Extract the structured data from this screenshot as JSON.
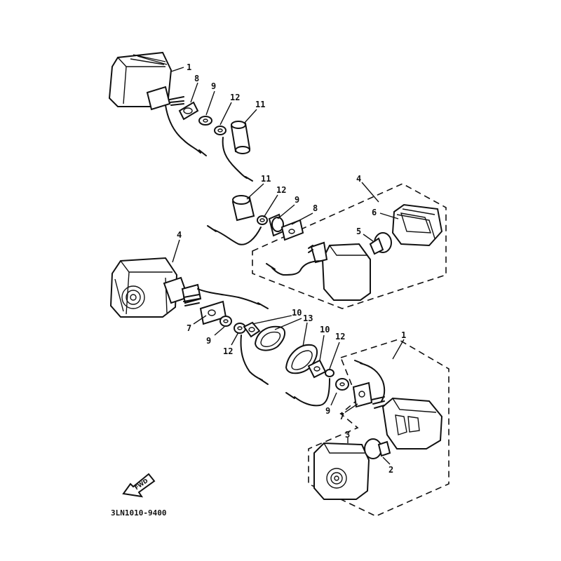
{
  "diagram_code": "3LN1010-9400",
  "fwd_label": "FWD",
  "labels": {
    "front_right": {
      "flasher": "1",
      "bracket": "8",
      "washer": "9",
      "spacer": "12",
      "collar": "11"
    },
    "front_left": {
      "collar": "11",
      "spacer": "12",
      "washer": "9",
      "bracket": "8",
      "flasher_assy": "4",
      "bulb": "5",
      "lens": "6"
    },
    "rear_left": {
      "flasher_assy": "4",
      "bracket": "7",
      "washer": "9",
      "spacer": "12",
      "nut": "10",
      "grommet": "13"
    },
    "rear_right": {
      "nut": "10",
      "spacer": "12",
      "washer": "9",
      "bracket": "7",
      "flasher_assy": "1",
      "lens": "3",
      "bulb": "2"
    }
  }
}
